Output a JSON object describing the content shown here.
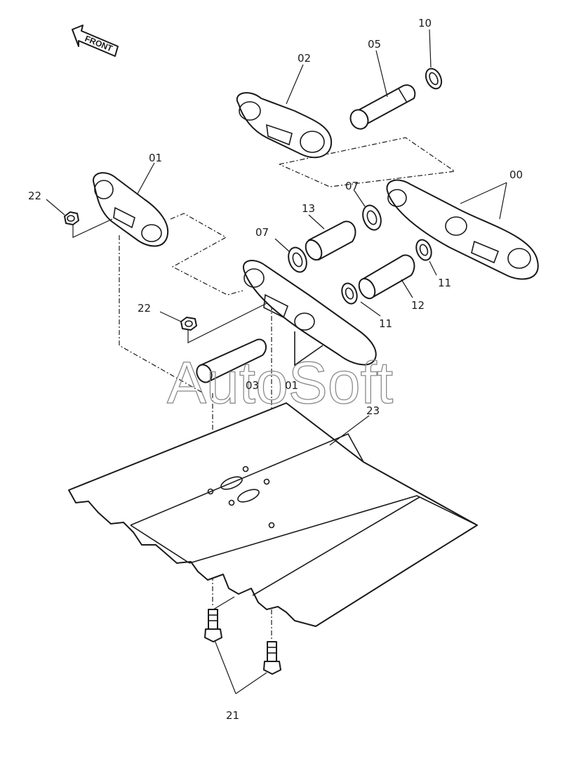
{
  "front_label": "FRONT",
  "watermark": "AutoSoft",
  "callouts": {
    "c00": "00",
    "c01a": "01",
    "c01b": "01",
    "c02": "02",
    "c03": "03",
    "c05": "05",
    "c07a": "07",
    "c07b": "07",
    "c10": "10",
    "c11a": "11",
    "c11b": "11",
    "c12": "12",
    "c13": "13",
    "c21": "21",
    "c22a": "22",
    "c22b": "22",
    "c23": "23"
  },
  "colors": {
    "line": "#1a1a1a",
    "watermark": "#8a8a8a",
    "background": "#ffffff"
  }
}
